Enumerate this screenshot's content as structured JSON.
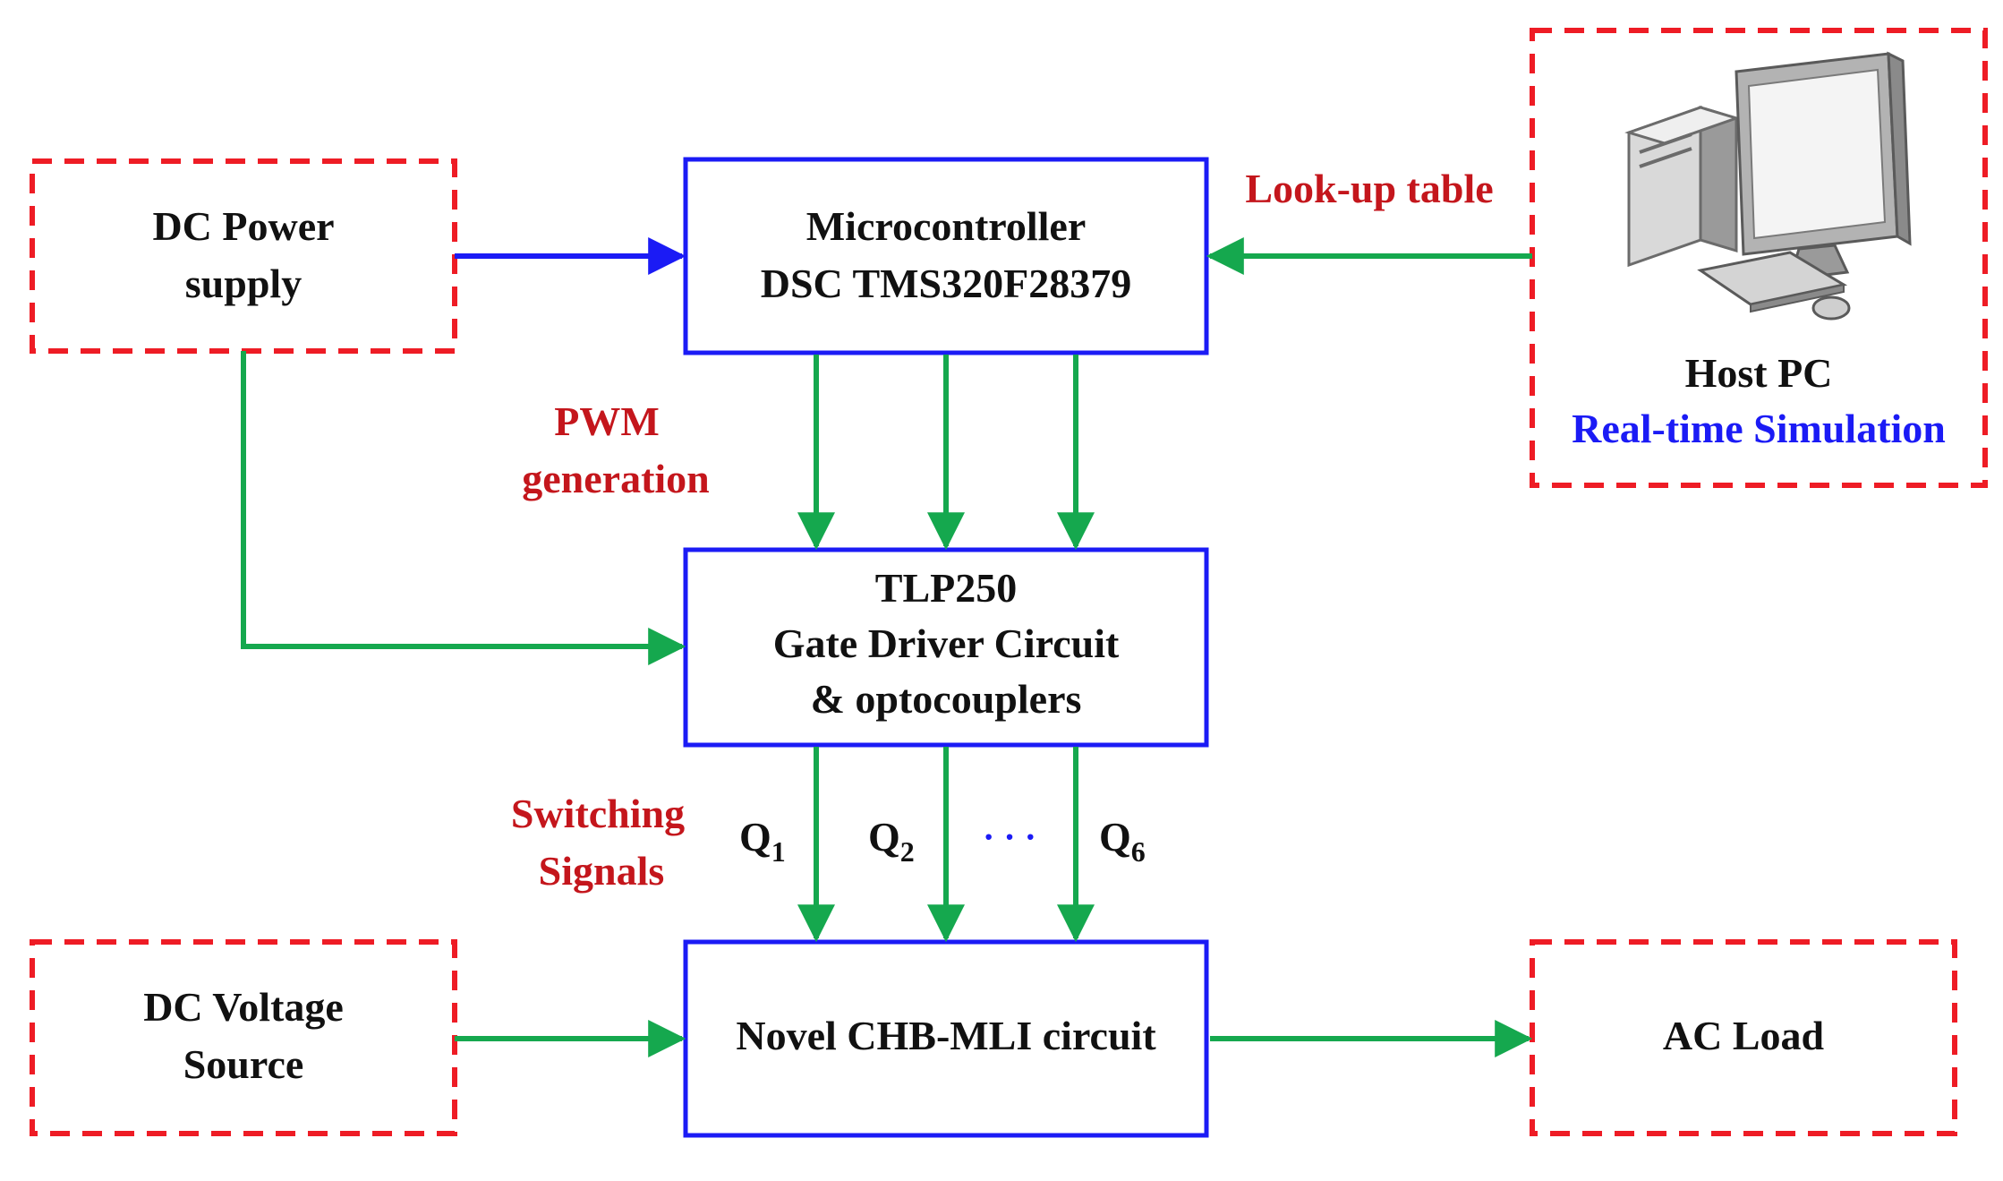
{
  "colors": {
    "dashed_border": "#ee1c25",
    "solid_border": "#1b1bf5",
    "arrow_green": "#15a84e",
    "arrow_blue": "#1b1bf5",
    "label_red": "#c4161c",
    "label_blue": "#1b1bf5"
  },
  "blocks": {
    "dc_power": {
      "line1": "DC Power",
      "line2": "supply"
    },
    "microcontroller": {
      "line1": "Microcontroller",
      "line2": "DSC TMS320F28379"
    },
    "host_pc": {
      "line1": "Host PC",
      "line2": "Real-time Simulation",
      "icon": "computer-icon"
    },
    "gate_driver": {
      "line1": "TLP250",
      "line2": "Gate Driver Circuit",
      "line3": "& optocouplers"
    },
    "dc_voltage": {
      "line1": "DC Voltage",
      "line2": "Source"
    },
    "chb_mli": {
      "line1": "Novel CHB-MLI circuit"
    },
    "ac_load": {
      "line1": "AC Load"
    }
  },
  "labels": {
    "lookup_table": "Look-up table",
    "pwm_line1": "PWM",
    "pwm_line2": "generation",
    "switching_line1": "Switching",
    "switching_line2": "Signals",
    "q1_main": "Q",
    "q1_sub": "1",
    "q2_main": "Q",
    "q2_sub": "2",
    "q6_main": "Q",
    "q6_sub": "6",
    "ellipsis": "· · ·"
  }
}
